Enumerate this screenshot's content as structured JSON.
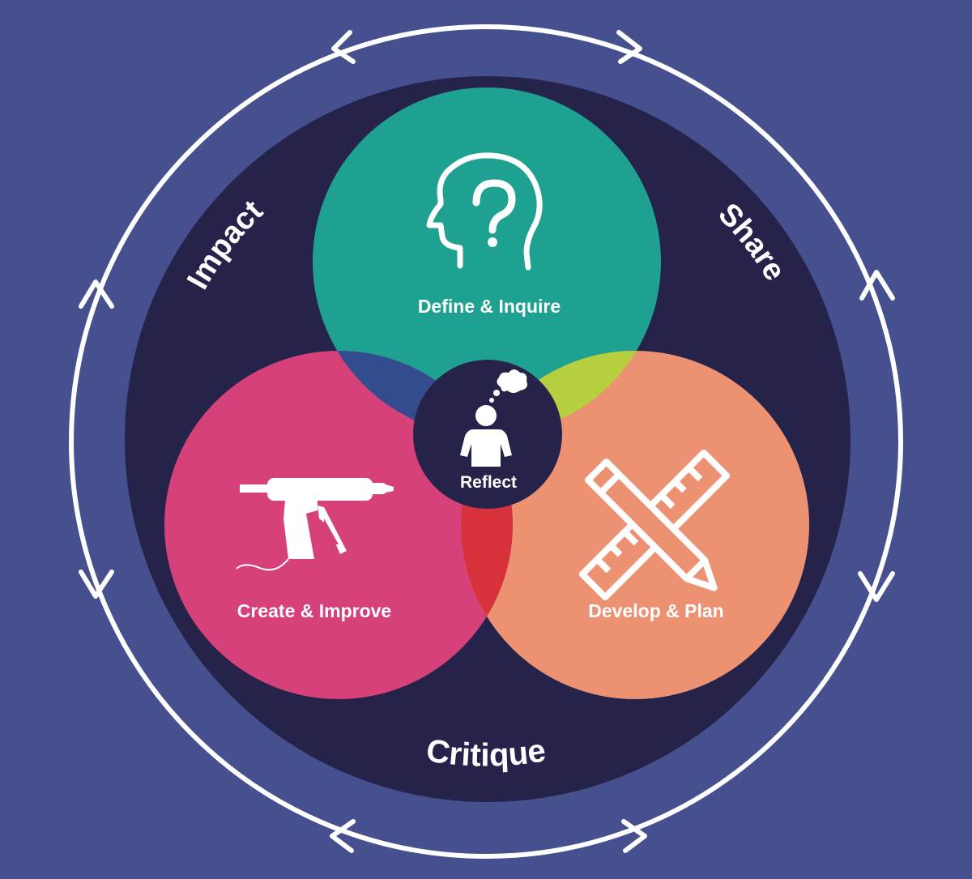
{
  "colors": {
    "background": "#46508f",
    "outer_ring": "#ffffff",
    "inner_disc": "#25234a",
    "define": "#1fa192",
    "create": "#d6417a",
    "develop": "#ec9272",
    "overlap_define_create": "#324c8e",
    "overlap_define_develop": "#b6cf3e",
    "overlap_create_develop": "#d7323b",
    "center": "#25234a",
    "text": "#ffffff"
  },
  "stages": {
    "define": {
      "label": "Define & Inquire",
      "icon": "head-question-icon"
    },
    "create": {
      "label": "Create & Improve",
      "icon": "glue-gun-icon"
    },
    "develop": {
      "label": "Develop & Plan",
      "icon": "pencil-ruler-icon"
    },
    "reflect": {
      "label": "Reflect",
      "icon": "thinking-person-icon"
    }
  },
  "cycle": {
    "impact": "Impact",
    "share": "Share",
    "critique": "Critique"
  }
}
